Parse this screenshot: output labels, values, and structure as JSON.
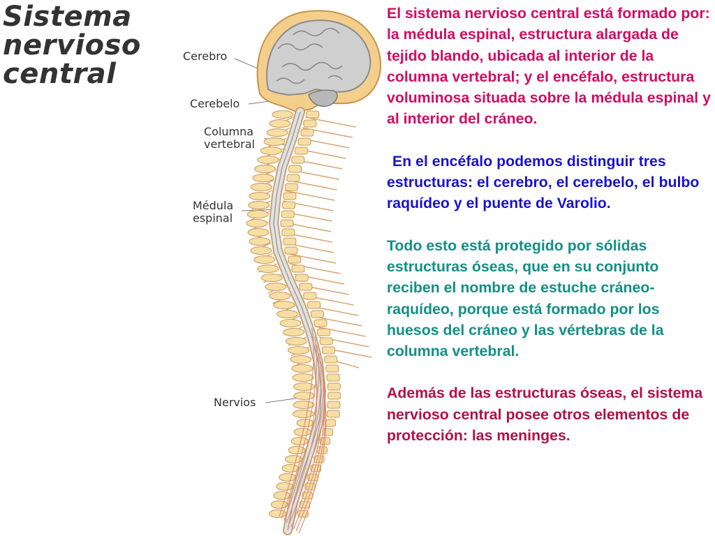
{
  "title": {
    "line1": "Sistema",
    "line2": "nervioso",
    "line3": "central"
  },
  "labels": {
    "cerebro": "Cerebro",
    "cerebelo": "Cerebelo",
    "columna_1": "Columna",
    "columna_2": "vertebral",
    "medula_1": "Médula",
    "medula_2": "espinal",
    "nervios": "Nervios"
  },
  "colors": {
    "para1": "#d10c61",
    "para2": "#1a13c9",
    "para3": "#138f86",
    "para4": "#b31047"
  },
  "paragraphs": [
    "El sistema nervioso central está formado por: la médula espinal, estructura alargada de tejido blando, ubicada al interior de la columna vertebral; y el encéfalo, estructura voluminosa situada sobre la médula espinal y al interior del cráneo.",
    "En el encéfalo podemos distinguir tres estructuras: el cerebro, el cerebelo, el bulbo raquídeo y el puente de Varolio.",
    "Todo esto está protegido por sólidas estructuras óseas, que en su conjunto reciben el nombre de estuche cráneo-raquídeo, porque está formado por los huesos del cráneo y las vértebras de la columna vertebral.",
    "Además de las estructuras óseas, el sistema nervioso central posee otros elementos de protección: las meninges."
  ]
}
